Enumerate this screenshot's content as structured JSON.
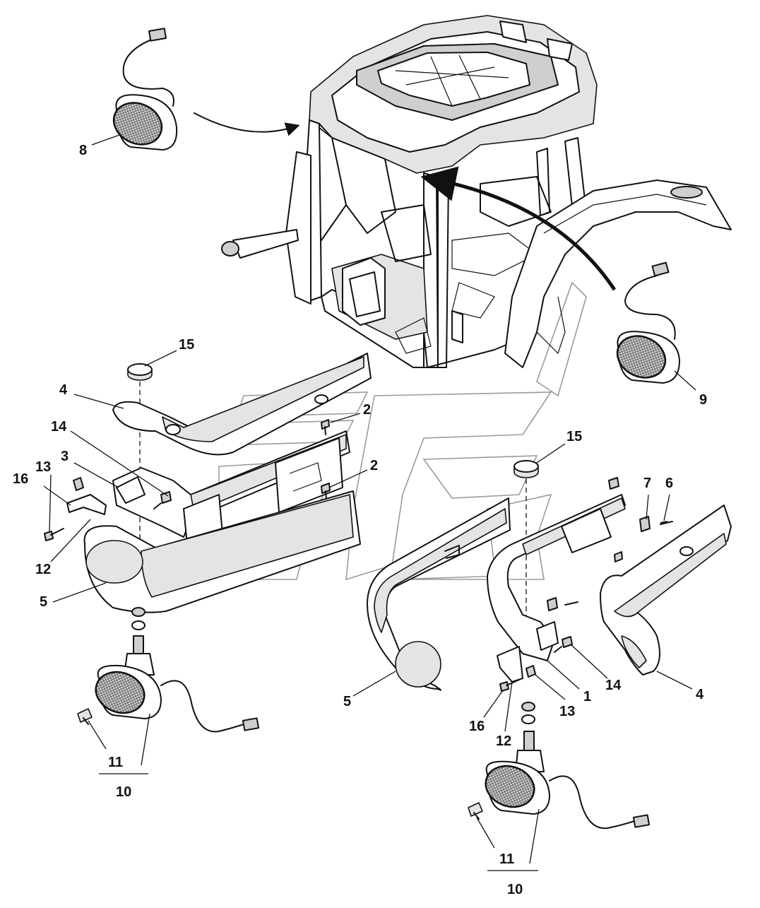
{
  "callouts": {
    "c1": "1",
    "c2a": "2",
    "c2b": "2",
    "c3": "3",
    "c4a": "4",
    "c4b": "4",
    "c5a": "5",
    "c5b": "5",
    "c6": "6",
    "c7": "7",
    "c8": "8",
    "c9": "9",
    "c10a": "10",
    "c10b": "10",
    "c11a": "11",
    "c11b": "11",
    "c12a": "12",
    "c12b": "12",
    "c13a": "13",
    "c13b": "13",
    "c14a": "14",
    "c14b": "14",
    "c15a": "15",
    "c15b": "15",
    "c16a": "16",
    "c16b": "16"
  },
  "colors": {
    "line": "#111111",
    "fill_light": "#e4e4e4",
    "fill_mid": "#cfcfcf",
    "watermark": "#9a9a9a",
    "background": "#ffffff"
  }
}
